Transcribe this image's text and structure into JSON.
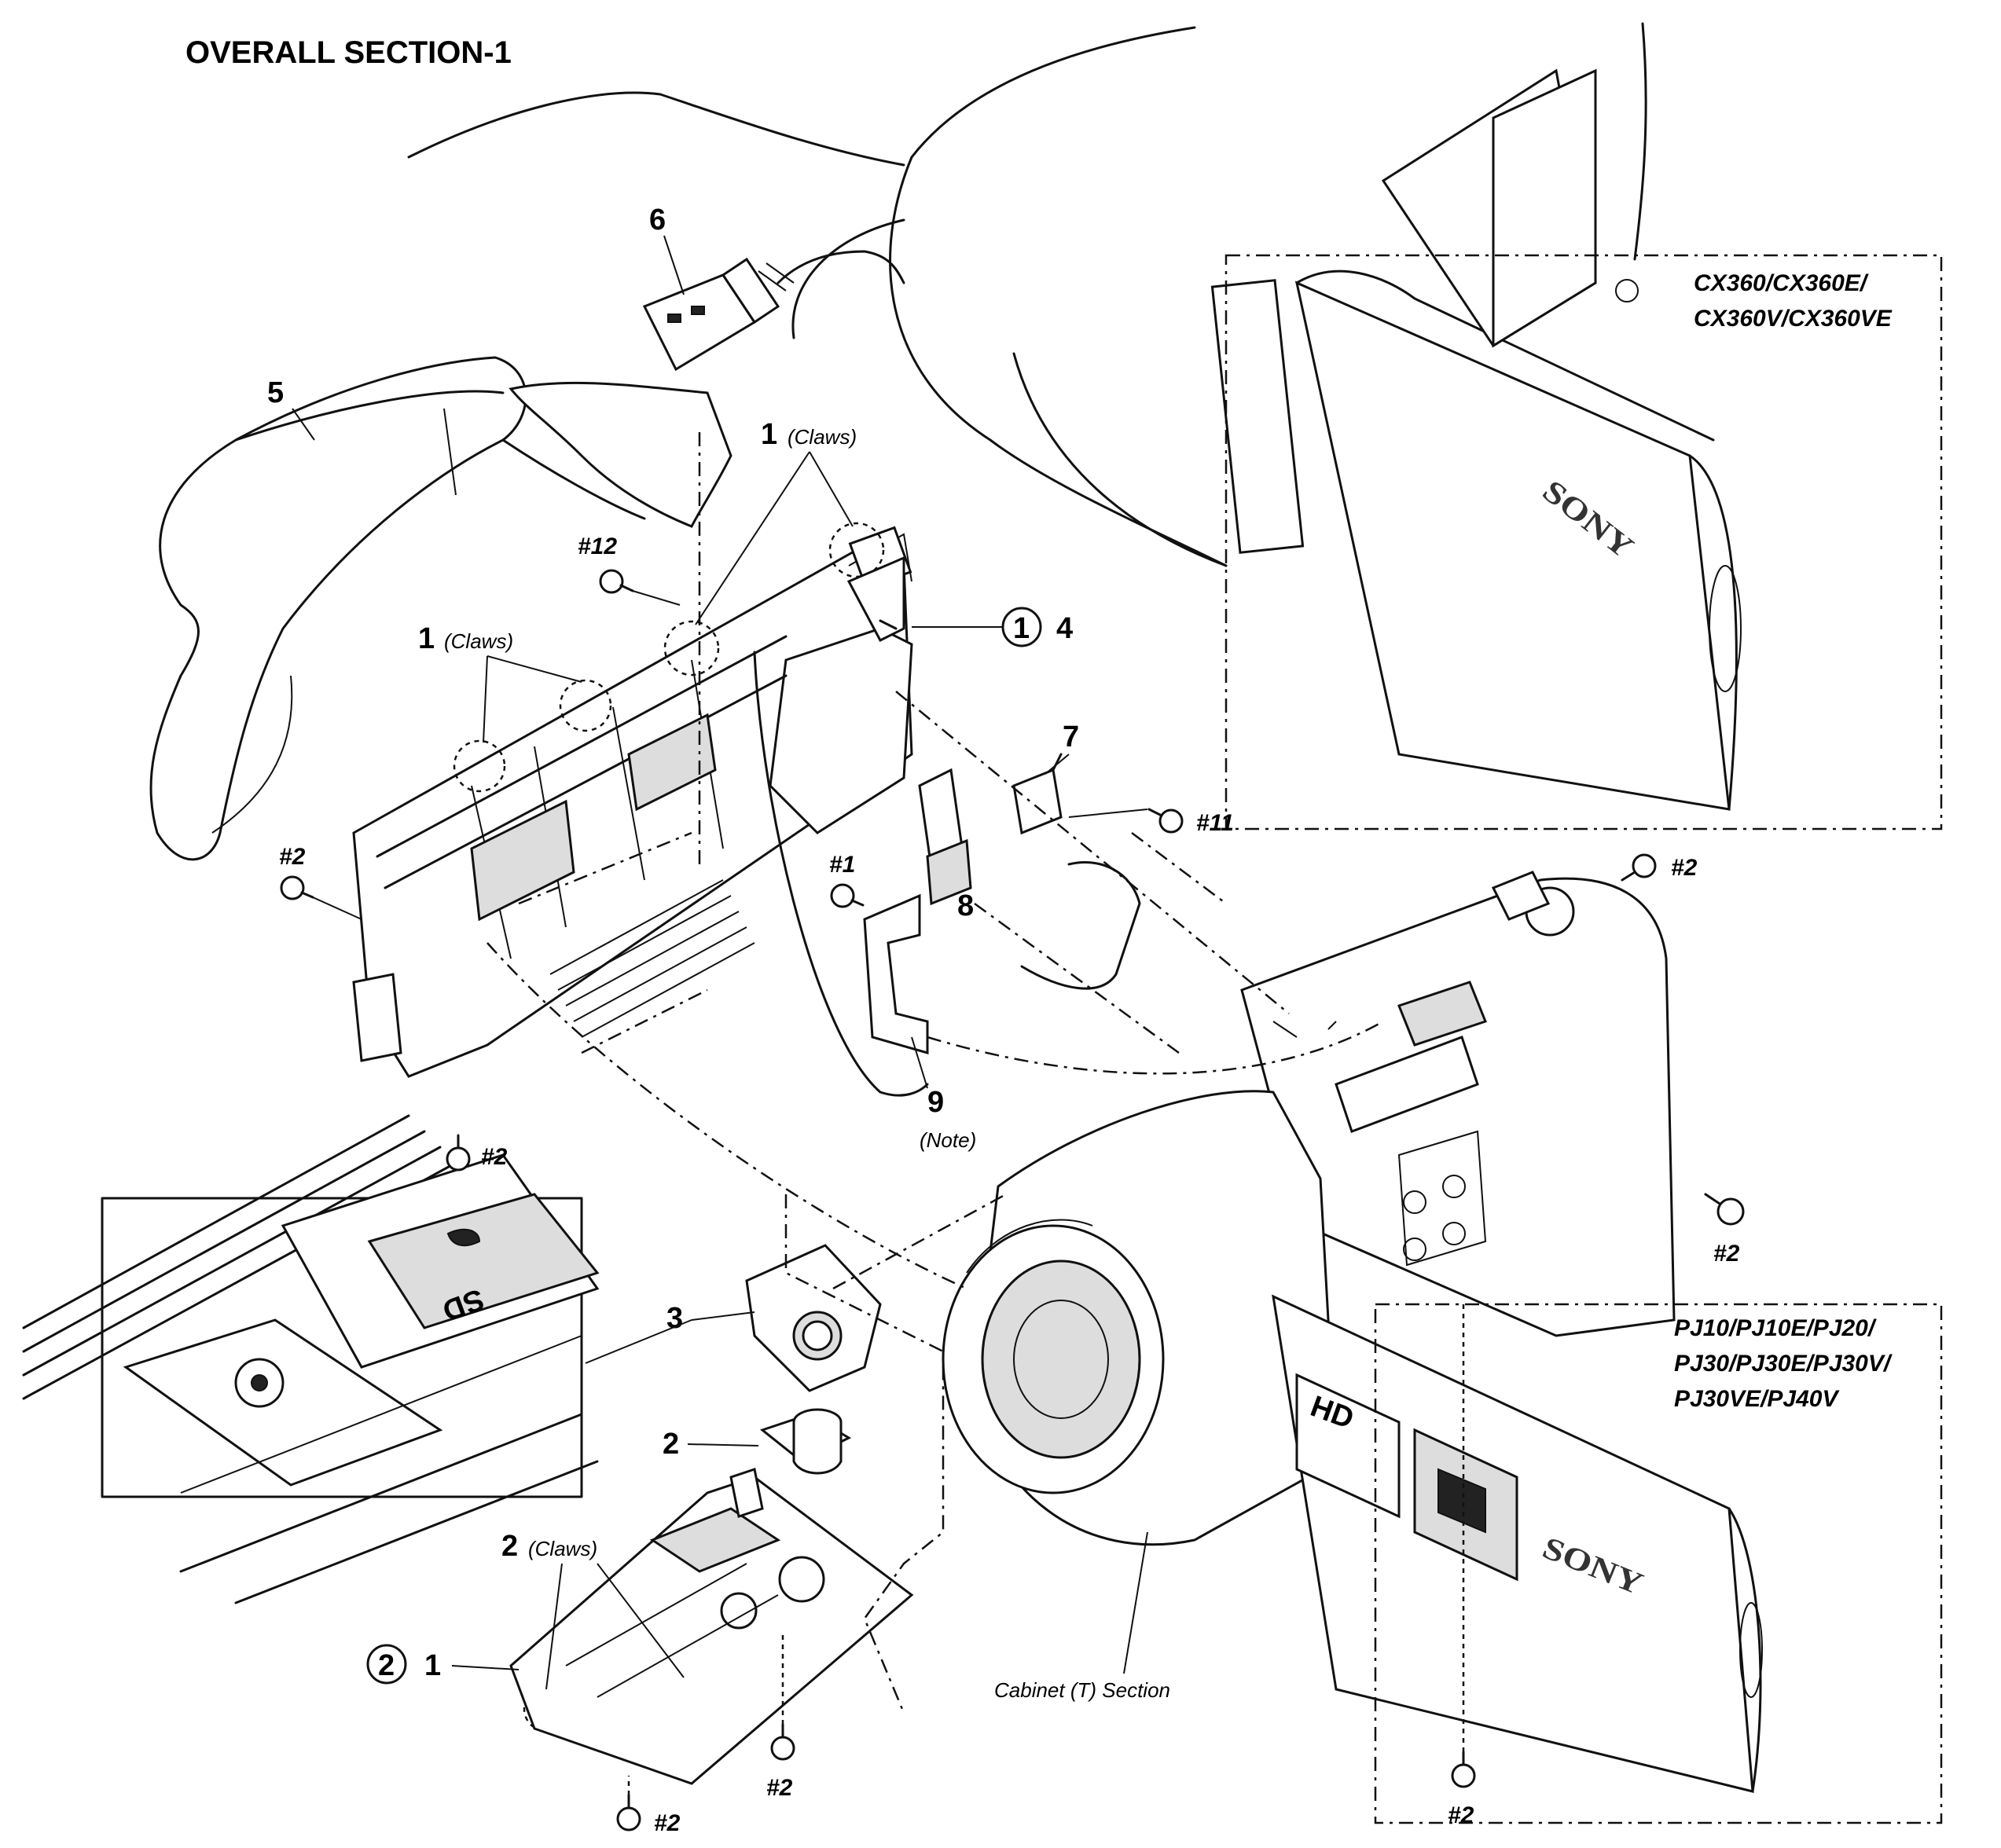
{
  "title": "OVERALL SECTION-1",
  "models": {
    "top_right": [
      "CX360/CX360E/",
      "CX360V/CX360VE"
    ],
    "bottom_right": [
      "PJ10/PJ10E/PJ20/",
      "PJ30/PJ30E/PJ30V/",
      "PJ30VE/PJ40V"
    ]
  },
  "parts": {
    "p1a": "1",
    "p1a_note": "(Claws)",
    "p1b": "1",
    "p1b_note": "(Claws)",
    "p2claws": "2",
    "p2claws_note": "(Claws)",
    "p1c": "1",
    "p2": "2",
    "p3": "3",
    "p4": "4",
    "p5": "5",
    "p6": "6",
    "p7": "7",
    "p8": "8",
    "p9": "9",
    "p9_note": "(Note)"
  },
  "circled": {
    "c1": "1",
    "c2": "2"
  },
  "screws": {
    "s12": "#12",
    "s11": "#11",
    "s1": "#1",
    "s2_left": "#2",
    "s2_right_top": "#2",
    "s2_right_mid": "#2",
    "s2_sd": "#2",
    "s2_board": "#2",
    "s2_bottom": "#2",
    "s2_cabinet": "#2"
  },
  "labels": {
    "cabinet": "Cabinet (T) Section",
    "sd": "SD",
    "hd": "HD",
    "sony": "SONY"
  }
}
